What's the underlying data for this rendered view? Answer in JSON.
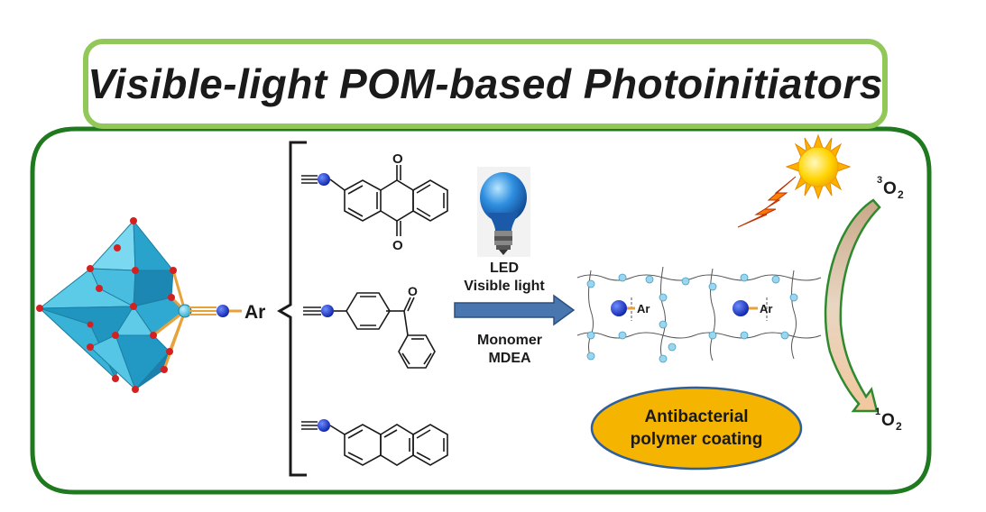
{
  "title": "Visible-light POM-based Photoinitiators",
  "aryl_label": "Ar",
  "light_source": {
    "line1": "LED",
    "line2": "Visible light"
  },
  "reagents": {
    "line1": "Monomer",
    "line2": "MDEA"
  },
  "network": {
    "embedded_label_1": "Ar",
    "embedded_label_2": "Ar"
  },
  "product": {
    "line1": "Antibacterial",
    "line2": "polymer coating"
  },
  "oxygen": {
    "triplet_sup": "3",
    "triplet_base": "O",
    "triplet_sub": "2",
    "singlet_sup": "1",
    "singlet_base": "O",
    "singlet_sub": "2"
  },
  "molecules": [
    {
      "name": "anthraquinone",
      "atom_top": "O",
      "atom_bottom": "O"
    },
    {
      "name": "benzophenone",
      "atom_top": "O"
    },
    {
      "name": "anthracene"
    }
  ],
  "colors": {
    "frame_green": "#1f7a1f",
    "title_border": "#92c85a",
    "polyhedron": "#3ab8d8",
    "vertex_red": "#d42020",
    "linker_orange": "#e8a23a",
    "bead_blue": "#1f3fd0",
    "arrow_blue": "#4a76b0",
    "product_fill": "#f5b400"
  }
}
